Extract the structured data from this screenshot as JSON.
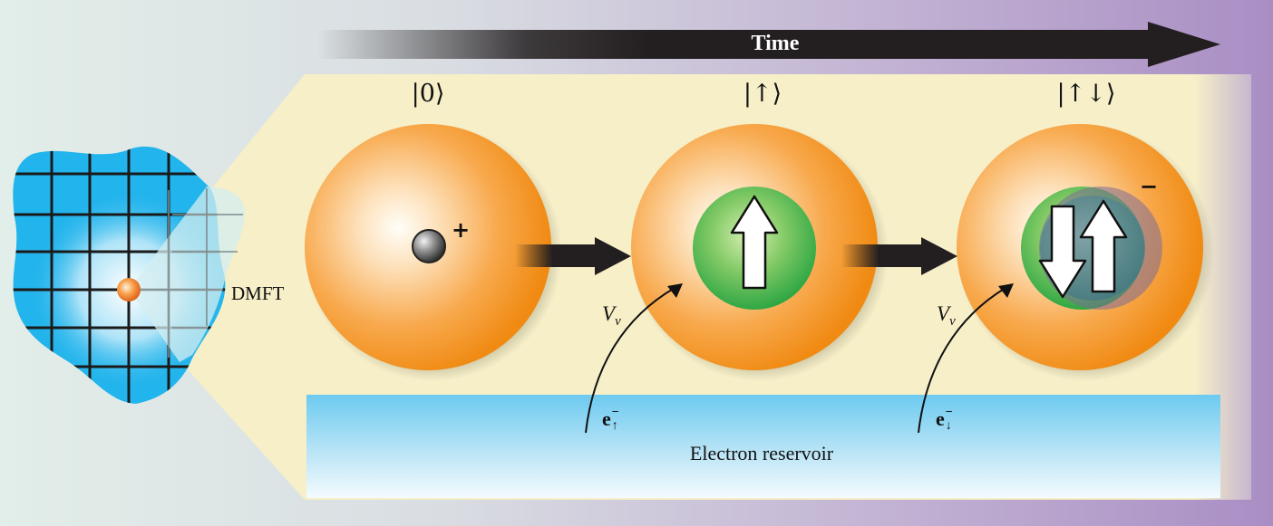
{
  "header": {
    "time_label": "Time"
  },
  "states": [
    {
      "ket": "|0⟩",
      "charge": "+"
    },
    {
      "ket": "|↑⟩"
    },
    {
      "ket": "|↑↓⟩",
      "charge": "−"
    }
  ],
  "lattice": {
    "method_label": "DMFT"
  },
  "hybridization": [
    {
      "v_symbol": "V",
      "v_sub": "ν",
      "electron": "e",
      "electron_sup": "−",
      "electron_sub": "↑"
    },
    {
      "v_symbol": "V",
      "v_sub": "ν",
      "electron": "e",
      "electron_sup": "−",
      "electron_sub": "↓"
    }
  ],
  "reservoir": {
    "label": "Electron reservoir"
  },
  "colors": {
    "bg_left": "#e2eee9",
    "bg_right": "#a98ec4",
    "panel": "#f6efc8",
    "atom_orange": "#f58f1c",
    "orbital_green": "#52b848",
    "spin_teal": "#3d8593",
    "lattice_blue": "#22b4ec",
    "reservoir_blue": "#6ccaf0",
    "arrow_dark": "#231f20"
  }
}
